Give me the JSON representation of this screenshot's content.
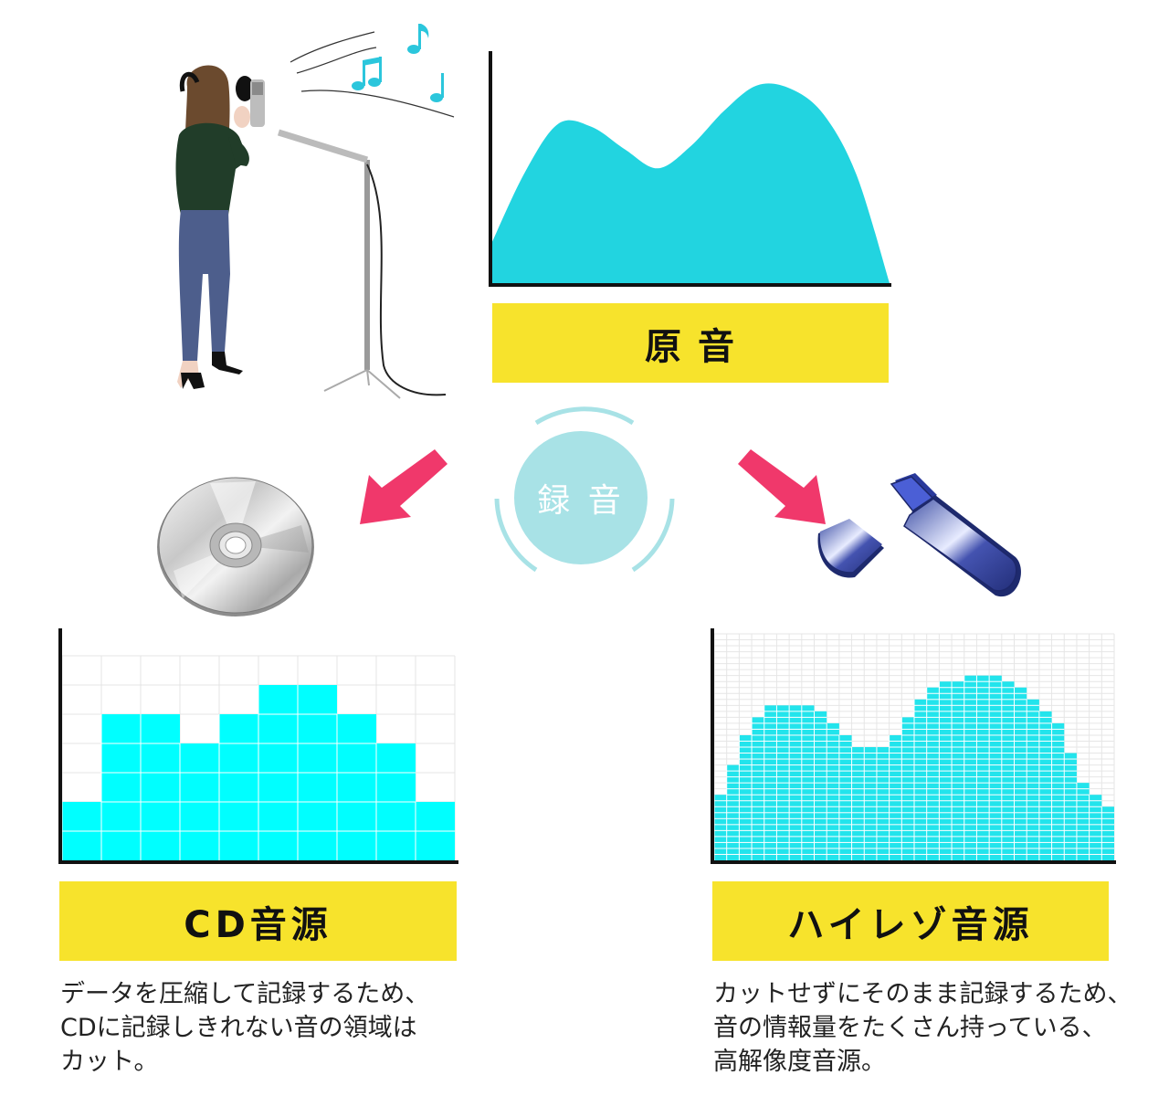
{
  "labels": {
    "original": "原 音",
    "recording": "録 音",
    "cd": "CD音源",
    "hires": "ハイレゾ音源"
  },
  "descriptions": {
    "cd": [
      "データを圧縮して記録するため、",
      "CDに記録しきれない音の領域は",
      "カット。"
    ],
    "hires": [
      "カットせずにそのまま記録するため、",
      "音の情報量をたくさん持っている、",
      "高解像度音源。"
    ]
  },
  "colors": {
    "wave": "#22d4e0",
    "cd_bars": "#00ffff",
    "hires_cells": "#22e4ec",
    "label_bg": "#f7e32c",
    "arrow": "#f0386b",
    "recording_circle": "#a8e2e6",
    "recording_ring": "#a8e2e6"
  },
  "icons": {
    "singer": "singer-with-microphone-illustration",
    "notes": "music-note-icon",
    "cd": "compact-disc-icon",
    "usb": "usb-flash-drive-icon",
    "arrows": "arrow-down-left-icon / arrow-down-right-icon"
  },
  "chart_data": [
    {
      "type": "area",
      "series_description": "original analog sound wave (continuous)",
      "x": [
        0,
        1,
        2,
        3,
        4,
        5,
        6,
        7,
        8,
        9,
        10,
        11,
        12
      ],
      "values": [
        1.3,
        3.5,
        5.0,
        4.9,
        4.2,
        3.6,
        4.3,
        5.4,
        6.2,
        6.1,
        5.3,
        3.4,
        0
      ]
    },
    {
      "type": "bar",
      "series_description": "CD sampling (coarse quantization)",
      "values": [
        2,
        5,
        5,
        4,
        5,
        6,
        6,
        5,
        4,
        2
      ],
      "ylim": [
        0,
        7
      ]
    },
    {
      "type": "bar",
      "series_description": "Hi-Res sampling (fine quantization)",
      "values": [
        11,
        16,
        21,
        24,
        26,
        26,
        26,
        26,
        25,
        23,
        21,
        19,
        19,
        19,
        21,
        24,
        27,
        29,
        30,
        30,
        31,
        31,
        31,
        30,
        29,
        27,
        25,
        23,
        18,
        13,
        11,
        9
      ],
      "ylim": [
        0,
        38
      ]
    }
  ]
}
